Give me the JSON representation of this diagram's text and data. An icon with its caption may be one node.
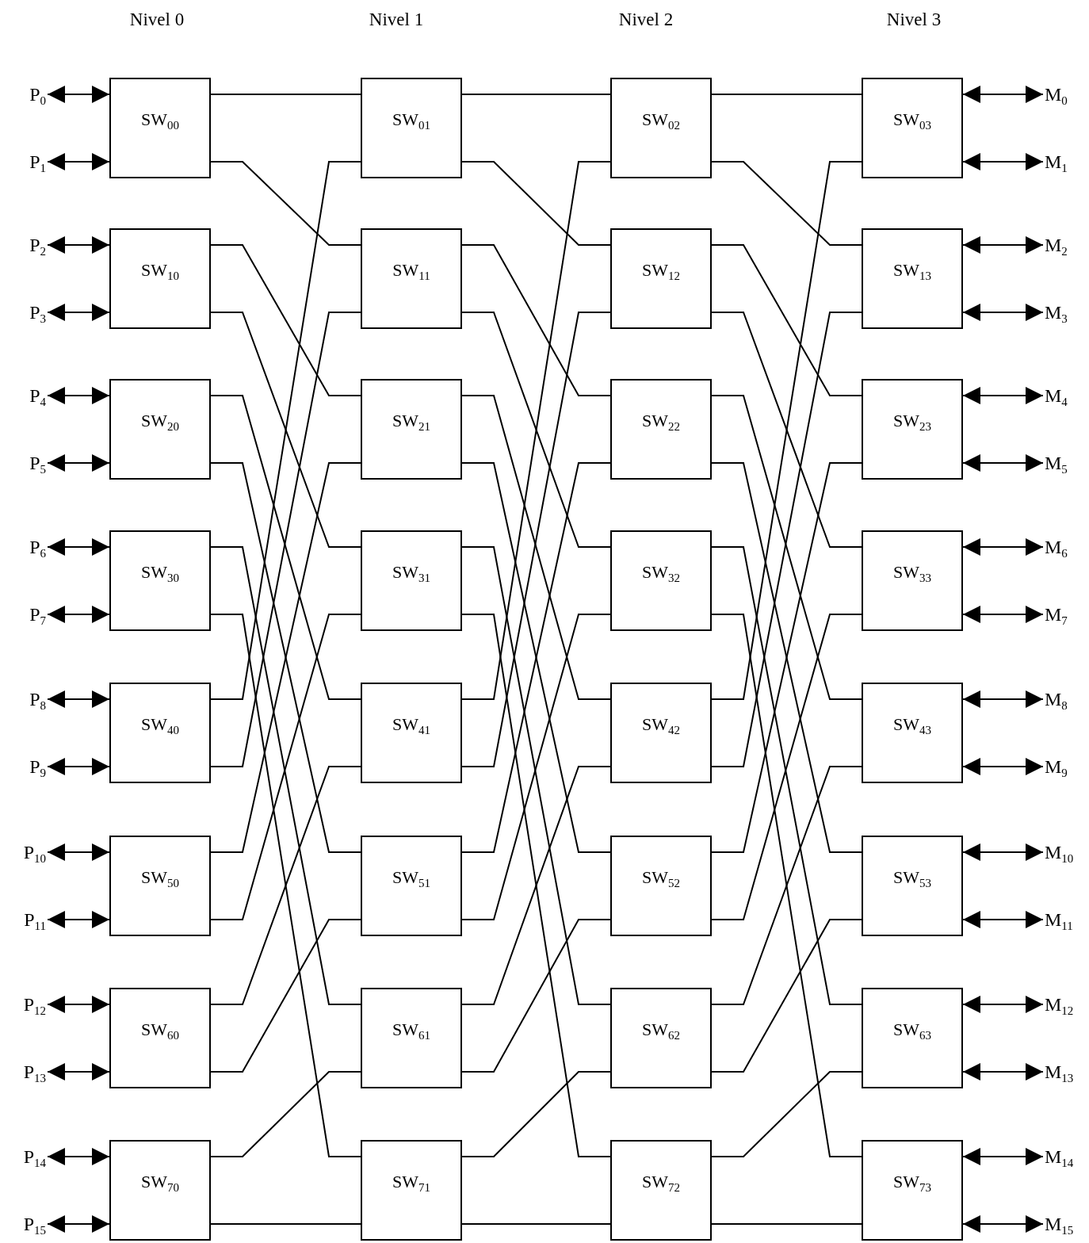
{
  "diagram": {
    "nodes": [
      {
        "text": [
          "P$_{0}$"
        ]
      },
      {
        "text": [
          "P$_{1}$"
        ]
      },
      {
        "text": [
          "P$_{2}$"
        ]
      },
      {
        "text": [
          "P$_{3}$"
        ]
      },
      {
        "text": [
          "P$_{4}$"
        ]
      },
      {
        "text": [
          "P$_{5}$"
        ]
      },
      {
        "text": [
          "P$_{6}$"
        ]
      },
      {
        "text": [
          "P$_{7}$"
        ]
      },
      {
        "text": [
          "P$_{8}$"
        ]
      },
      {
        "text": [
          "P$_{9}$"
        ]
      },
      {
        "text": [
          "P$_{10}$"
        ]
      },
      {
        "text": [
          "P$_{11}$"
        ]
      },
      {
        "text": [
          "P$_{12}$"
        ]
      },
      {
        "text": [
          "P$_{13}$"
        ]
      },
      {
        "text": [
          "P$_{14}$"
        ]
      },
      {
        "text": [
          "P$_{15}$"
        ]
      },
      {
        "text": [
          "SW$_{00}$"
        ]
      },
      {
        "text": [
          "SW$_{10}$"
        ]
      },
      {
        "text": [
          "SW$_{20}$"
        ]
      },
      {
        "text": [
          "SW$_{30}$"
        ]
      },
      {
        "text": [
          "SW$_{40}$"
        ]
      },
      {
        "text": [
          "SW$_{50}$"
        ]
      },
      {
        "text": [
          "SW$_{60}$"
        ]
      },
      {
        "text": [
          "SW$_{70}$"
        ]
      },
      {
        "text": [
          "SW$_{01}$"
        ]
      },
      {
        "text": [
          "SW$_{11}$"
        ]
      },
      {
        "text": [
          "SW$_{21}$"
        ]
      },
      {
        "text": [
          "SW$_{31}$"
        ]
      },
      {
        "text": [
          "SW$_{41}$"
        ]
      },
      {
        "text": [
          "SW$_{51}$"
        ]
      },
      {
        "text": [
          "SW$_{61}$"
        ]
      },
      {
        "text": [
          "SW$_{71}$"
        ]
      },
      {
        "text": [
          "SW$_{02}$"
        ]
      },
      {
        "text": [
          "SW$_{12}$"
        ]
      },
      {
        "text": [
          "SW$_{22}$"
        ]
      },
      {
        "text": [
          "SW$_{32}$"
        ]
      },
      {
        "text": [
          "SW$_{42}$"
        ]
      },
      {
        "text": [
          "SW$_{52}$"
        ]
      },
      {
        "text": [
          "SW$_{62}$"
        ]
      },
      {
        "text": [
          "SW$_{72}$"
        ]
      },
      {
        "text": [
          "SW$_{03}$"
        ]
      },
      {
        "text": [
          "SW$_{13}$"
        ]
      },
      {
        "text": [
          "SW$_{23}$"
        ]
      },
      {
        "text": [
          "SW$_{33}$"
        ]
      },
      {
        "text": [
          "SW$_{43}$"
        ]
      },
      {
        "text": [
          "SW$_{53}$"
        ]
      },
      {
        "text": [
          "SW$_{63}$"
        ]
      },
      {
        "text": [
          "SW$_{73}$"
        ]
      },
      {
        "text": [
          "M$_{0}$"
        ]
      },
      {
        "text": [
          "M$_{1}$"
        ]
      },
      {
        "text": [
          "M$_{2}$"
        ]
      },
      {
        "text": [
          "M$_{3}$"
        ]
      },
      {
        "text": [
          "M$_{4}$"
        ]
      },
      {
        "text": [
          "M$_{5}$"
        ]
      },
      {
        "text": [
          "M$_{6}$"
        ]
      },
      {
        "text": [
          "M$_{7}$"
        ]
      },
      {
        "text": [
          "M$_{8}$"
        ]
      },
      {
        "text": [
          "M$_{9}$"
        ]
      },
      {
        "text": [
          "M$_{10}$"
        ]
      },
      {
        "text": [
          "M$_{11}$"
        ]
      },
      {
        "text": [
          "M$_{12}$"
        ]
      },
      {
        "text": [
          "M$_{13}$"
        ]
      },
      {
        "text": [
          "M$_{14}$"
        ]
      },
      {
        "text": [
          "M$_{15}$"
        ]
      }
    ],
    "edges": [
      {
        "from": 0,
        "to": 16,
        "arrow": "both"
      },
      {
        "from": 1,
        "to": 16,
        "arrow": "both"
      },
      {
        "from": 2,
        "to": 17,
        "arrow": "both"
      },
      {
        "from": 3,
        "to": 17,
        "arrow": "both"
      },
      {
        "from": 4,
        "to": 18,
        "arrow": "both"
      },
      {
        "from": 5,
        "to": 18,
        "arrow": "both"
      },
      {
        "from": 6,
        "to": 19,
        "arrow": "both"
      },
      {
        "from": 7,
        "to": 19,
        "arrow": "both"
      },
      {
        "from": 8,
        "to": 20,
        "arrow": "both"
      },
      {
        "from": 9,
        "to": 20,
        "arrow": "both"
      },
      {
        "from": 10,
        "to": 21,
        "arrow": "both"
      },
      {
        "from": 11,
        "to": 21,
        "arrow": "both"
      },
      {
        "from": 12,
        "to": 22,
        "arrow": "both"
      },
      {
        "from": 13,
        "to": 22,
        "arrow": "both"
      },
      {
        "from": 14,
        "to": 23,
        "arrow": "both"
      },
      {
        "from": 15,
        "to": 23,
        "arrow": "both"
      },
      {
        "from": 16,
        "to": 24,
        "arrow": "none"
      },
      {
        "from": 16,
        "to": 25,
        "arrow": "none"
      },
      {
        "from": 17,
        "to": 26,
        "arrow": "none"
      },
      {
        "from": 17,
        "to": 27,
        "arrow": "none"
      },
      {
        "from": 18,
        "to": 28,
        "arrow": "none"
      },
      {
        "from": 18,
        "to": 29,
        "arrow": "none"
      },
      {
        "from": 19,
        "to": 30,
        "arrow": "none"
      },
      {
        "from": 19,
        "to": 31,
        "arrow": "none"
      },
      {
        "from": 20,
        "to": 24,
        "arrow": "none"
      },
      {
        "from": 20,
        "to": 25,
        "arrow": "none"
      },
      {
        "from": 21,
        "to": 26,
        "arrow": "none"
      },
      {
        "from": 21,
        "to": 27,
        "arrow": "none"
      },
      {
        "from": 22,
        "to": 28,
        "arrow": "none"
      },
      {
        "from": 22,
        "to": 29,
        "arrow": "none"
      },
      {
        "from": 23,
        "to": 30,
        "arrow": "none"
      },
      {
        "from": 23,
        "to": 31,
        "arrow": "none"
      },
      {
        "from": 24,
        "to": 32,
        "arrow": "none"
      },
      {
        "from": 24,
        "to": 33,
        "arrow": "none"
      },
      {
        "from": 25,
        "to": 34,
        "arrow": "none"
      },
      {
        "from": 25,
        "to": 35,
        "arrow": "none"
      },
      {
        "from": 26,
        "to": 36,
        "arrow": "none"
      },
      {
        "from": 26,
        "to": 37,
        "arrow": "none"
      },
      {
        "from": 27,
        "to": 38,
        "arrow": "none"
      },
      {
        "from": 27,
        "to": 39,
        "arrow": "none"
      },
      {
        "from": 28,
        "to": 32,
        "arrow": "none"
      },
      {
        "from": 28,
        "to": 33,
        "arrow": "none"
      },
      {
        "from": 29,
        "to": 34,
        "arrow": "none"
      },
      {
        "from": 29,
        "to": 35,
        "arrow": "none"
      },
      {
        "from": 30,
        "to": 36,
        "arrow": "none"
      },
      {
        "from": 30,
        "to": 37,
        "arrow": "none"
      },
      {
        "from": 31,
        "to": 38,
        "arrow": "none"
      },
      {
        "from": 31,
        "to": 39,
        "arrow": "none"
      },
      {
        "from": 32,
        "to": 40,
        "arrow": "none"
      },
      {
        "from": 32,
        "to": 41,
        "arrow": "none"
      },
      {
        "from": 33,
        "to": 42,
        "arrow": "none"
      },
      {
        "from": 33,
        "to": 43,
        "arrow": "none"
      },
      {
        "from": 34,
        "to": 44,
        "arrow": "none"
      },
      {
        "from": 34,
        "to": 45,
        "arrow": "none"
      },
      {
        "from": 35,
        "to": 46,
        "arrow": "none"
      },
      {
        "from": 35,
        "to": 47,
        "arrow": "none"
      },
      {
        "from": 36,
        "to": 40,
        "arrow": "none"
      },
      {
        "from": 36,
        "to": 41,
        "arrow": "none"
      },
      {
        "from": 37,
        "to": 42,
        "arrow": "none"
      },
      {
        "from": 37,
        "to": 43,
        "arrow": "none"
      },
      {
        "from": 38,
        "to": 44,
        "arrow": "none"
      },
      {
        "from": 38,
        "to": 45,
        "arrow": "none"
      },
      {
        "from": 39,
        "to": 46,
        "arrow": "none"
      },
      {
        "from": 39,
        "to": 47,
        "arrow": "none"
      },
      {
        "from": 40,
        "to": 48,
        "arrow": "both"
      },
      {
        "from": 40,
        "to": 49,
        "arrow": "both"
      },
      {
        "from": 41,
        "to": 50,
        "arrow": "both"
      },
      {
        "from": 41,
        "to": 51,
        "arrow": "both"
      },
      {
        "from": 42,
        "to": 52,
        "arrow": "both"
      },
      {
        "from": 42,
        "to": 53,
        "arrow": "both"
      },
      {
        "from": 43,
        "to": 54,
        "arrow": "both"
      },
      {
        "from": 43,
        "to": 55,
        "arrow": "both"
      },
      {
        "from": 44,
        "to": 56,
        "arrow": "both"
      },
      {
        "from": 44,
        "to": 57,
        "arrow": "both"
      },
      {
        "from": 45,
        "to": 58,
        "arrow": "both"
      },
      {
        "from": 45,
        "to": 59,
        "arrow": "both"
      },
      {
        "from": 46,
        "to": 60,
        "arrow": "both"
      },
      {
        "from": 46,
        "to": 61,
        "arrow": "both"
      },
      {
        "from": 47,
        "to": 62,
        "arrow": "both"
      },
      {
        "from": 47,
        "to": 63,
        "arrow": "both"
      }
    ],
    "labels": [
      "Nivel 0",
      "Nivel 1",
      "Nivel 2",
      "Nivel 3"
    ]
  }
}
